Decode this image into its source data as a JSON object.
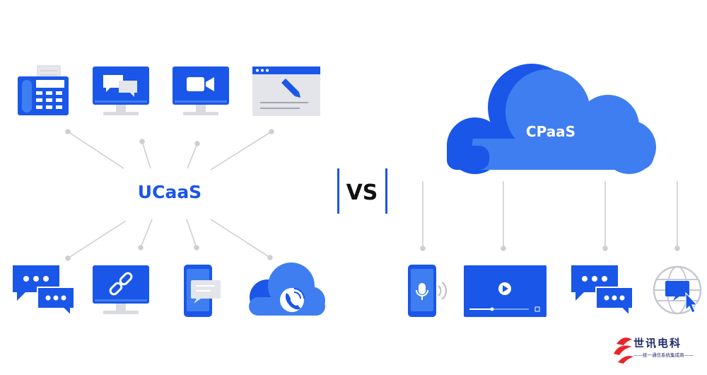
{
  "diagram": {
    "left_hub": "UCaaS",
    "right_hub": "CPaaS",
    "separator": "VS",
    "left_top_icons": [
      "fax-machine-icon",
      "monitor-chat-icon",
      "monitor-video-icon",
      "browser-edit-icon"
    ],
    "left_bottom_icons": [
      "chat-bubbles-icon",
      "monitor-link-icon",
      "phone-message-icon",
      "cloud-phone-icon"
    ],
    "right_bottom_icons": [
      "phone-voice-icon",
      "video-player-icon",
      "chat-bubbles-icon",
      "globe-click-icon"
    ]
  },
  "watermark": {
    "name": "世讯电科",
    "tagline": "——统一通信系统集成商——"
  },
  "colors": {
    "primary": "#1a56e8",
    "cloud_light": "#3f7ef0",
    "cloud_dark": "#1a56e8",
    "icon_gray": "#e3e5ea",
    "line": "#c8c8c8",
    "brand_red": "#e8262b",
    "brand_navy": "#1d2a6b"
  }
}
